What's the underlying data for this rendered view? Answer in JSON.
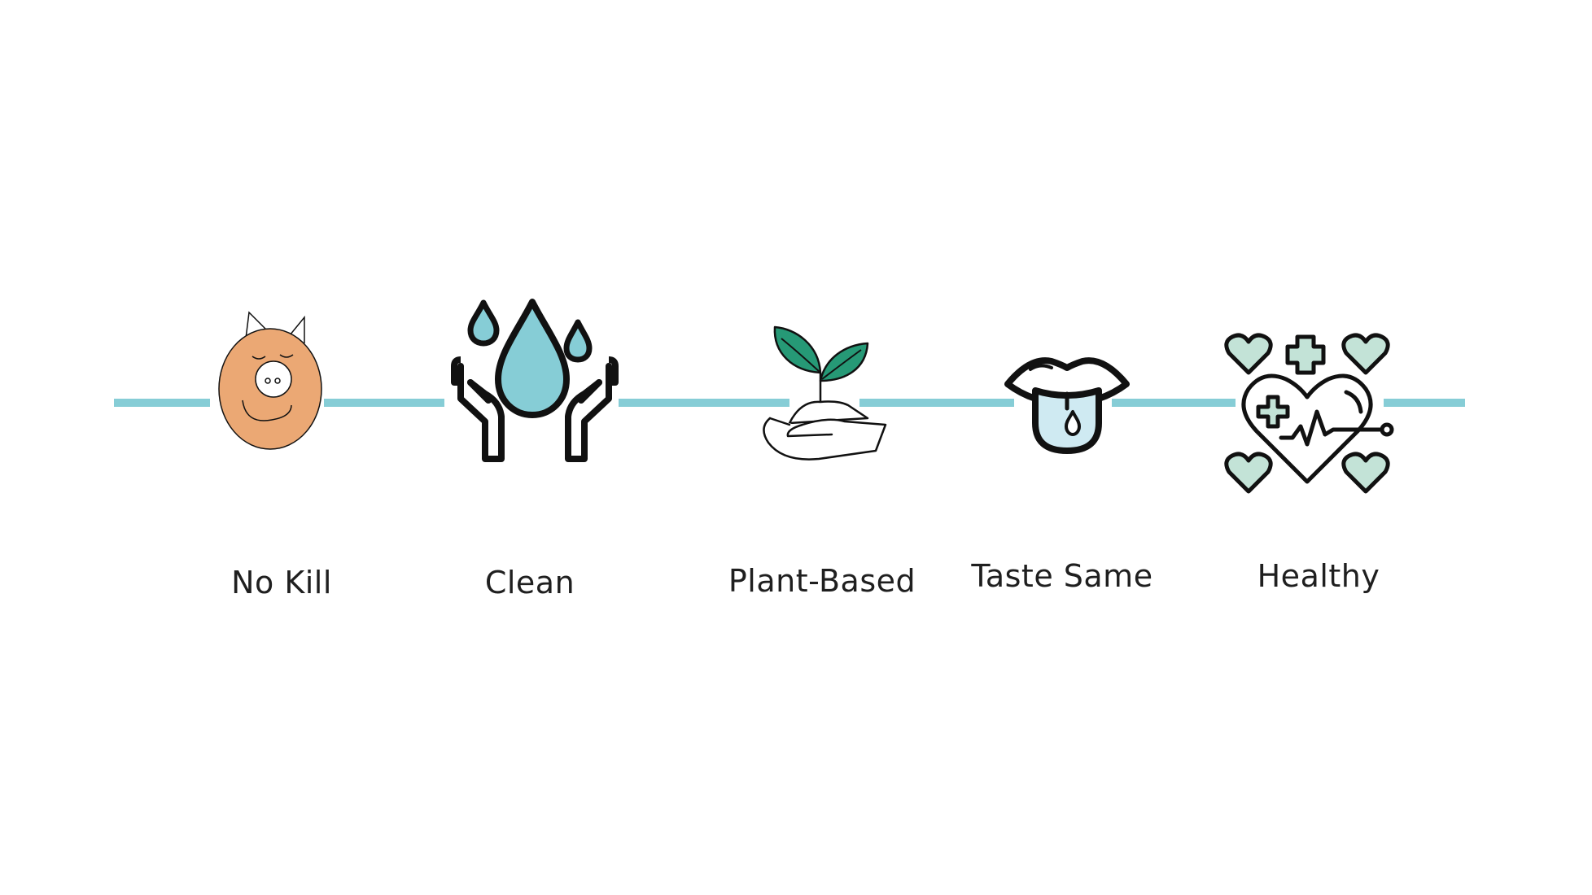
{
  "colors": {
    "line": "#86cdd6",
    "pig": "#eba874",
    "drop": "#86cdd6",
    "leaf": "#269976",
    "tongue": "#cfeaf2",
    "heart_fill": "#c3e3d7",
    "ink": "#111111"
  },
  "items": [
    {
      "label": "No Kill",
      "icon": "pig-icon"
    },
    {
      "label": "Clean",
      "icon": "water-hands-icon"
    },
    {
      "label": "Plant-Based",
      "icon": "sprout-hand-icon"
    },
    {
      "label": "Taste Same",
      "icon": "tongue-icon"
    },
    {
      "label": "Healthy",
      "icon": "heart-health-icon"
    }
  ]
}
